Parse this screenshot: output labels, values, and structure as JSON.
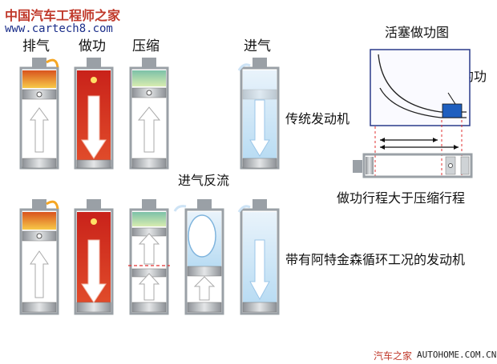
{
  "watermark": {
    "site_cn": "中国汽车工程师之家",
    "url": "www.cartech8.com"
  },
  "strokes": {
    "exhaust": "排气",
    "power": "做功",
    "compression": "压缩",
    "intake": "进气"
  },
  "labels": {
    "traditional_engine": "传统发动机",
    "atkinson_engine": "带有阿特金森循环工况的发动机",
    "intake_backflow": "进气反流",
    "pv_diagram_title": "活塞做功图",
    "extra_work": "多出来的功",
    "stroke_comparison": "做功行程大于压缩行程"
  },
  "footer": {
    "site_cn": "汽车之家",
    "site_en": "AUTOHOME.COM.CN"
  },
  "colors": {
    "exhaust": "#f5a623",
    "power": "#d0392b",
    "compression": "#8fcfb8",
    "intake": "#cfe6f7",
    "extra_work": "#1f5fbf",
    "dashed_line": "#e03030"
  }
}
